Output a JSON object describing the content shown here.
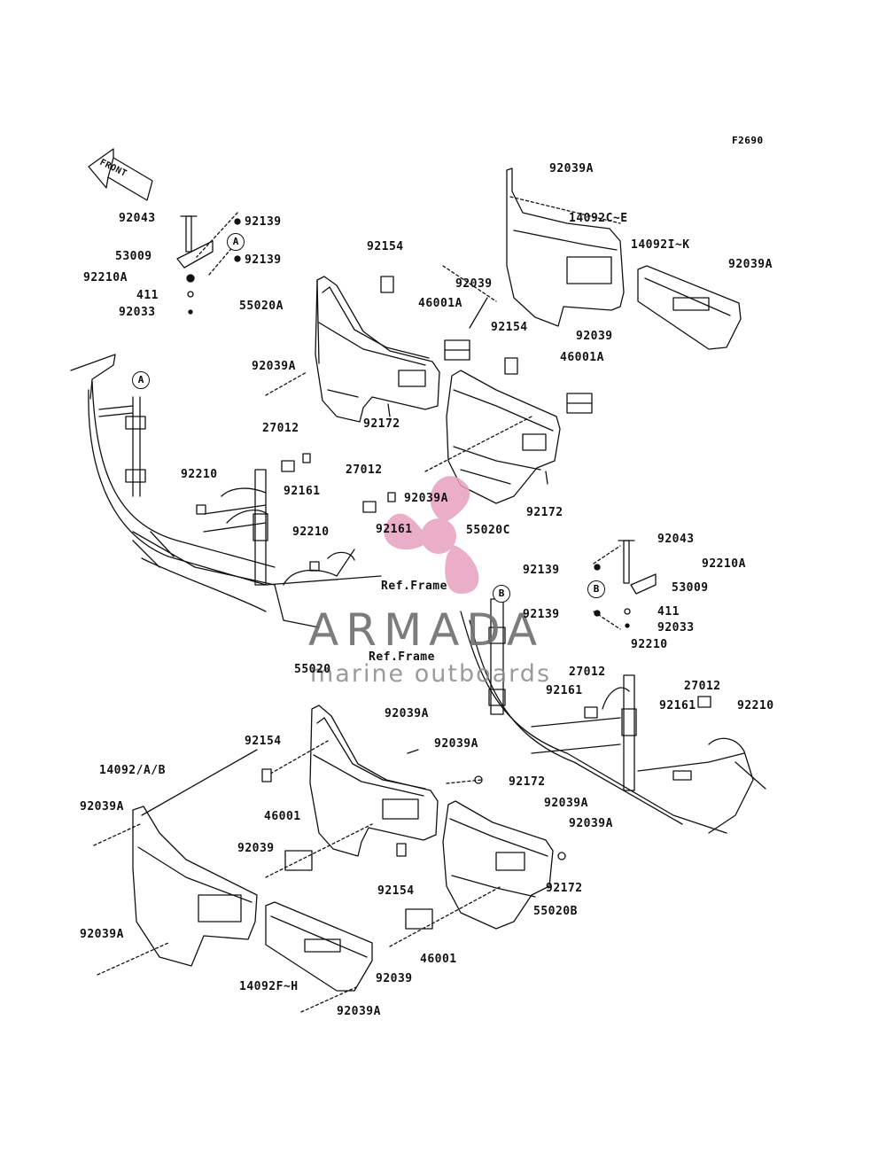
{
  "figure_code": "F2690",
  "front_arrow_label": "FRONT",
  "watermark": {
    "brand": "ARMADA",
    "tagline": "marine outboards",
    "logo_color": "#e8a0c0"
  },
  "ref_labels": {
    "ref_frame_top": "Ref.Frame",
    "ref_frame_mid": "Ref.Frame"
  },
  "detail_markers": {
    "a_top": "A",
    "a_frame": "A",
    "b_right": "B",
    "b_frame": "B"
  },
  "part_labels": {
    "p92043_a": "92043",
    "p92139_a1": "92139",
    "p53009_a": "53009",
    "p92139_a2": "92139",
    "p92210a_a": "92210A",
    "p411_a": "411",
    "p92033_a": "92033",
    "p92154_1": "92154",
    "p55020a": "55020A",
    "p92039_1": "92039",
    "p46001a_1": "46001A",
    "p92154_2": "92154",
    "p92039_2": "92039",
    "p46001a_2": "46001A",
    "p92039a_1": "92039A",
    "p92172_1": "92172",
    "p27012_1": "27012",
    "p92210_1": "92210",
    "p92161_1": "92161",
    "p27012_2": "27012",
    "p92039a_2": "92039A",
    "p92172_2": "92172",
    "p92210_2": "92210",
    "p92161_2": "92161",
    "p55020c": "55020C",
    "p92039a_top": "92039A",
    "p14092c_e": "14092C~E",
    "p14092i_k": "14092I~K",
    "p92039a_tr": "92039A",
    "p92043_b": "92043",
    "p92139_b1": "92139",
    "p92210a_b": "92210A",
    "p53009_b": "53009",
    "p92139_b2": "92139",
    "p411_b": "411",
    "p92033_b": "92033",
    "p92210_3": "92210",
    "p27012_3": "27012",
    "p92161_3": "92161",
    "p27012_4": "27012",
    "p92161_4": "92161",
    "p92210_4": "92210",
    "p55020": "55020",
    "p92039a_3": "92039A",
    "p92154_3": "92154",
    "p92039a_4": "92039A",
    "p92172_3": "92172",
    "p14092ab": "14092/A/B",
    "p92039a_5": "92039A",
    "p46001_1": "46001",
    "p92039a_6": "92039A",
    "p92039a_7": "92039A",
    "p92039_3": "92039",
    "p92154_4": "92154",
    "p92172_4": "92172",
    "p55020b": "55020B",
    "p92039a_8": "92039A",
    "p46001_2": "46001",
    "p92039_4": "92039",
    "p14092f_h": "14092F~H",
    "p92039a_9": "92039A"
  }
}
